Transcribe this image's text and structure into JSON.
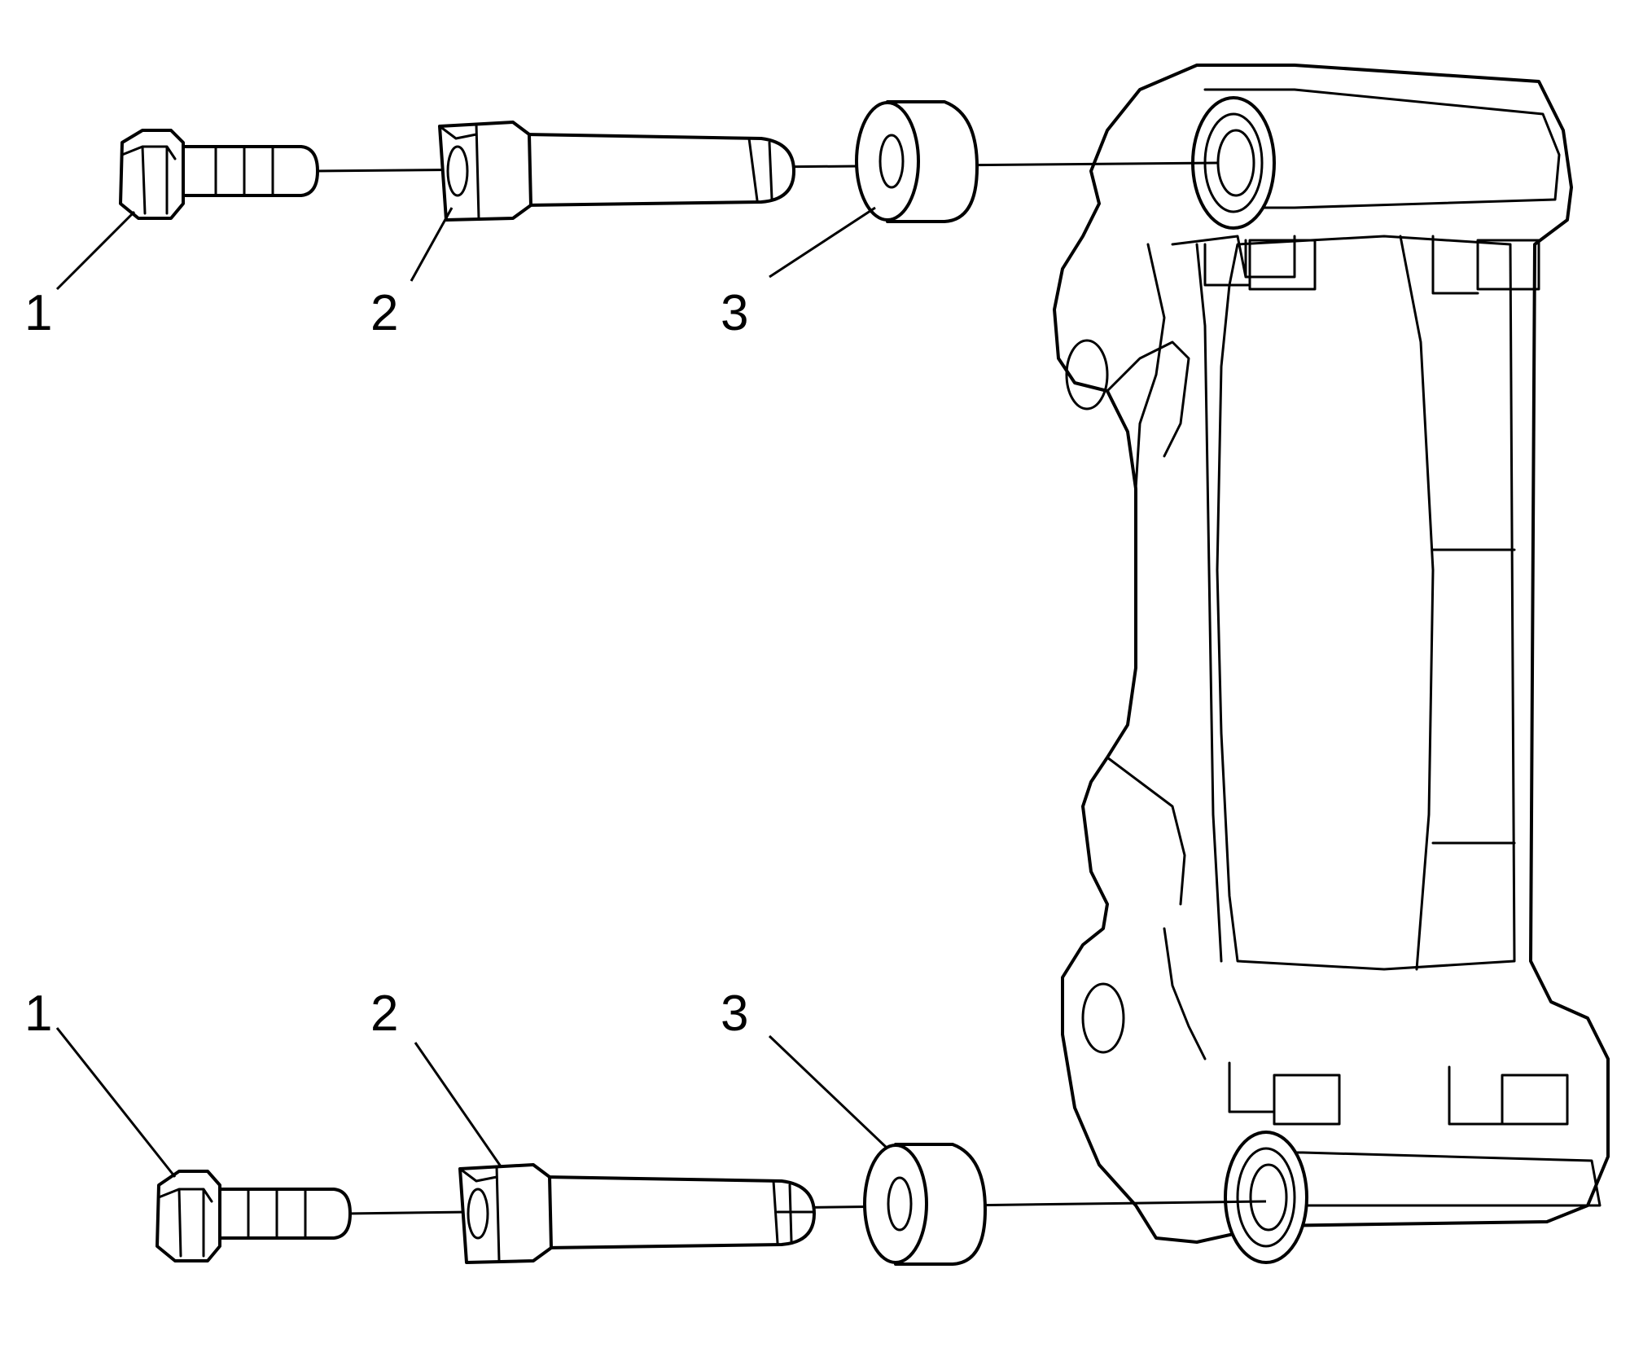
{
  "callouts": {
    "top": [
      "1",
      "2",
      "3"
    ],
    "bottom": [
      "1",
      "2",
      "3"
    ]
  },
  "colors": {
    "line": "#000000",
    "background": "#ffffff"
  }
}
